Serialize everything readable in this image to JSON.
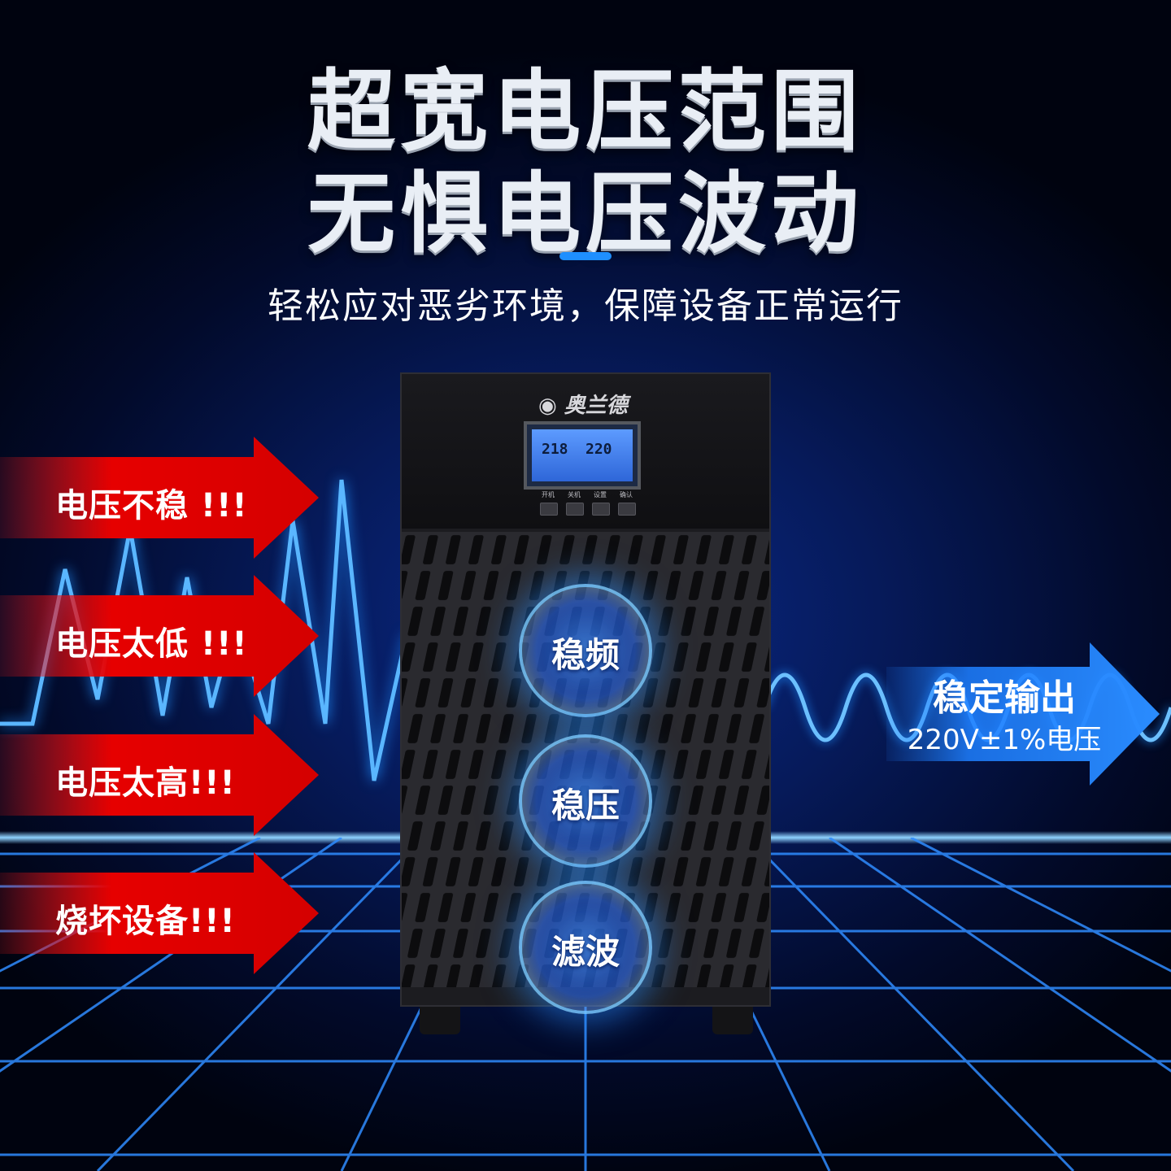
{
  "headline": {
    "line1": "超宽电压范围",
    "line2": "无惧电压波动",
    "subtitle": "轻松应对恶劣环境，保障设备正常运行"
  },
  "warnings": [
    {
      "label": "电压不稳 !!!"
    },
    {
      "label": "电压太低 !!!"
    },
    {
      "label": "电压太高!!!"
    },
    {
      "label": "烧坏设备!!!"
    }
  ],
  "device": {
    "brand": "奥兰德",
    "lcd": {
      "input": "218",
      "output": "220"
    },
    "buttons": [
      "开机",
      "关机",
      "设置",
      "确认"
    ]
  },
  "features": [
    {
      "label": "稳频"
    },
    {
      "label": "稳压"
    },
    {
      "label": "滤波"
    }
  ],
  "output": {
    "title": "稳定输出",
    "spec": "220V±1%电压"
  },
  "colors": {
    "warning_red": "#e60000",
    "output_blue": "#1e7fff",
    "accent": "#1e8fff"
  }
}
